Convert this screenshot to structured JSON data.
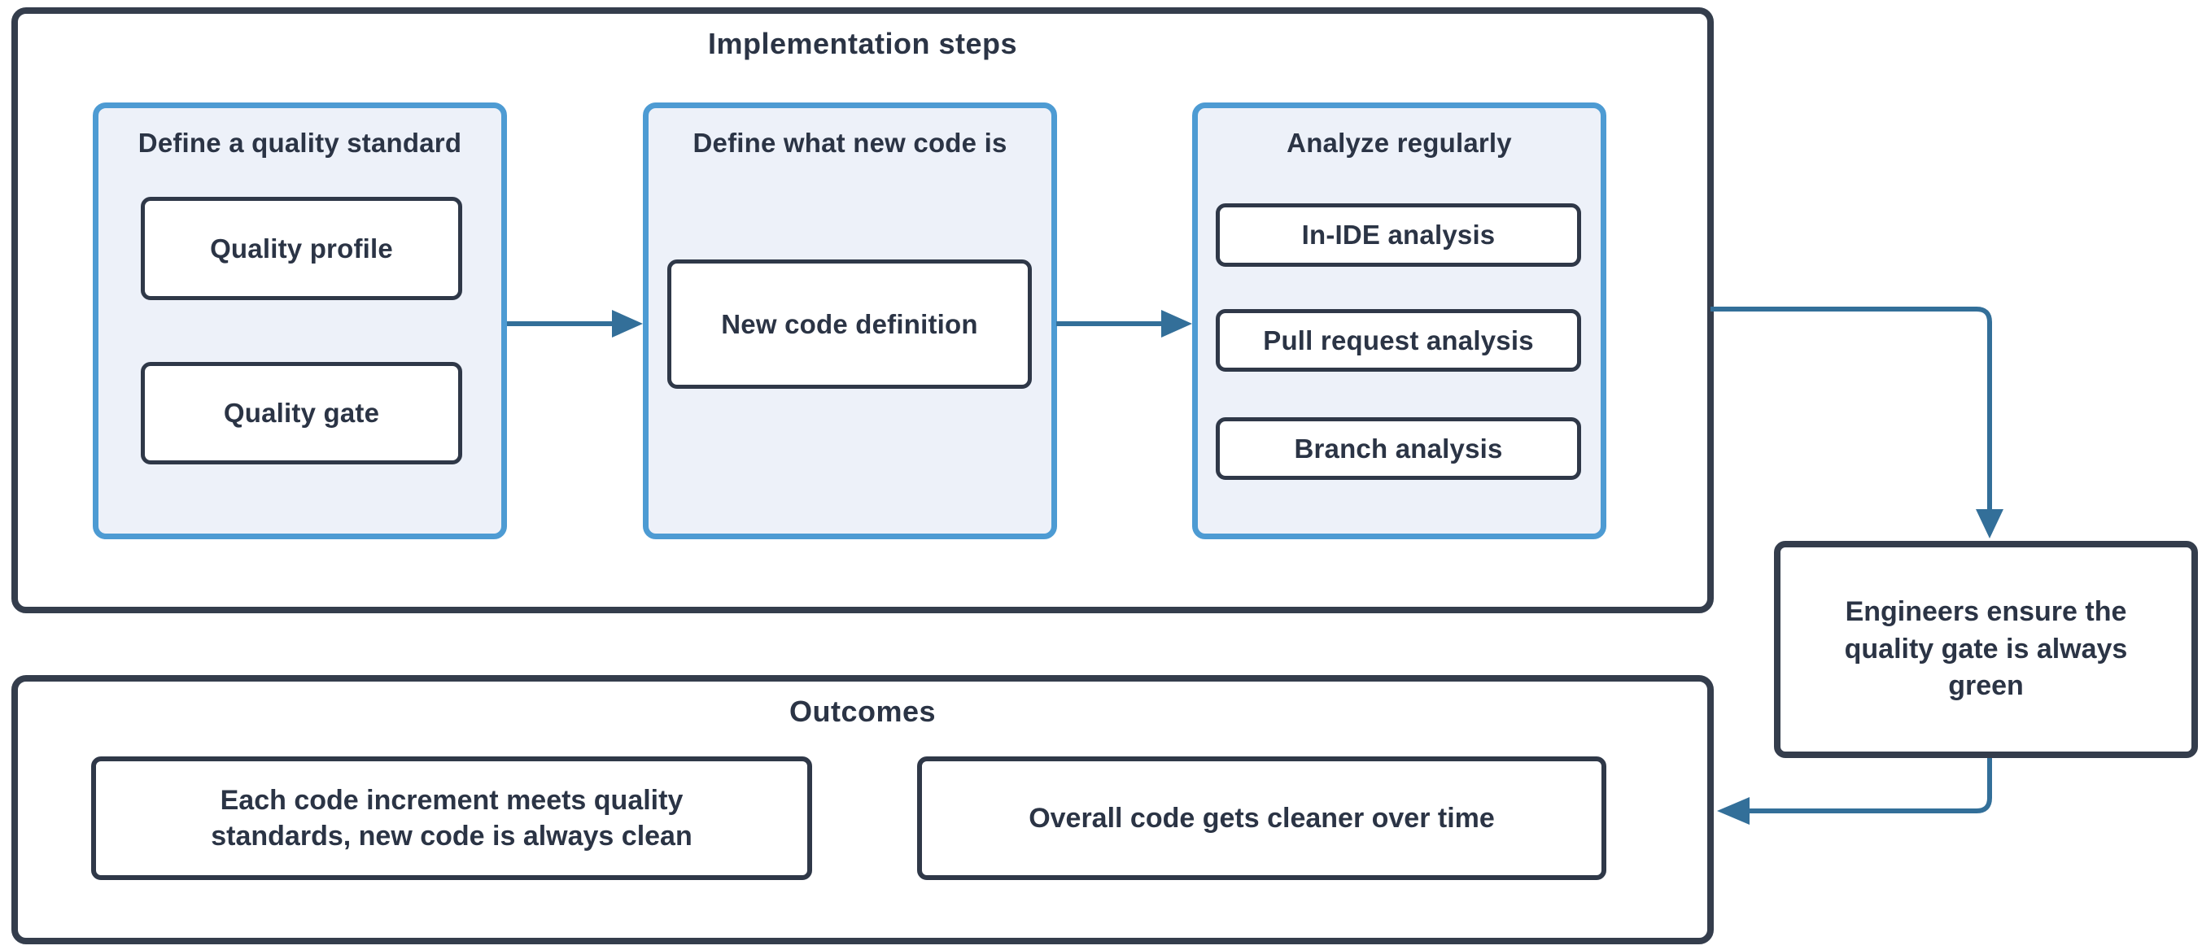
{
  "implementation": {
    "title": "Implementation steps",
    "steps": [
      {
        "title": "Define a quality standard",
        "items": [
          "Quality profile",
          "Quality gate"
        ]
      },
      {
        "title": "Define what new code is",
        "items": [
          "New code definition"
        ]
      },
      {
        "title": "Analyze regularly",
        "items": [
          "In-IDE analysis",
          "Pull request analysis",
          "Branch analysis"
        ]
      }
    ]
  },
  "engineers_note": "Engineers ensure the\nquality gate is always\ngreen",
  "outcomes": {
    "title": "Outcomes",
    "items": [
      "Each code increment meets quality\nstandards, new code is always clean",
      "Overall code gets cleaner over time"
    ]
  },
  "colors": {
    "dark_border": "#343d4c",
    "text": "#2b3445",
    "step_card_border": "#4d9bd3",
    "step_card_fill": "#edf1f9",
    "arrow": "#336f99",
    "background": "#ffffff"
  }
}
